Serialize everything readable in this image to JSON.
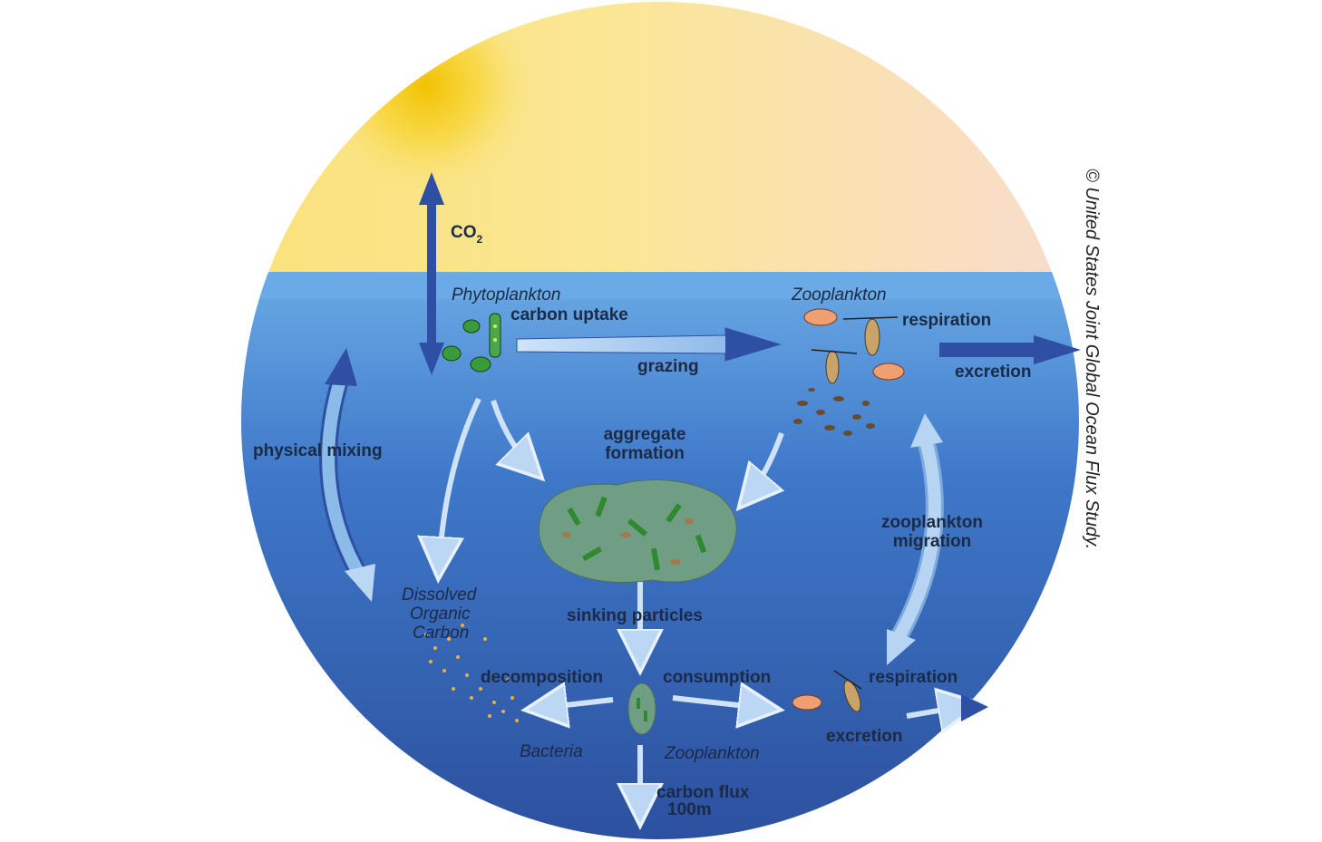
{
  "title": "",
  "labels": {
    "co2": "CO",
    "co2_sub": "2",
    "phytoplankton": "Phytoplankton",
    "carbon_uptake": "carbon uptake",
    "grazing": "grazing",
    "zooplankton_top": "Zooplankton",
    "respiration_top": "respiration",
    "excretion_top": "excretion",
    "physical_mixing": "physical mixing",
    "aggregate_formation_1": "aggregate",
    "aggregate_formation_2": "formation",
    "zooplankton_migration_1": "zooplankton",
    "zooplankton_migration_2": "migration",
    "doc_1": "Dissolved",
    "doc_2": "Organic",
    "doc_3": "Carbon",
    "sinking_particles": "sinking particles",
    "decomposition": "decomposition",
    "consumption": "consumption",
    "respiration_bottom": "respiration",
    "excretion_bottom": "excretion",
    "bacteria": "Bacteria",
    "zooplankton_bottom": "Zooplankton",
    "carbon_flux_1": "carbon flux",
    "carbon_flux_2": "100m"
  },
  "copyright": "© United States Joint Global Ocean Flux Study.",
  "colors": {
    "sky": "#fbe37a",
    "sun": "#f5c400",
    "ocean_top": "#6aaae6",
    "ocean_bottom": "#2a4f9e",
    "arrow_dark": "#2e4fa3",
    "arrow_light": "#9fc6ef",
    "text": "#1b2a45"
  }
}
